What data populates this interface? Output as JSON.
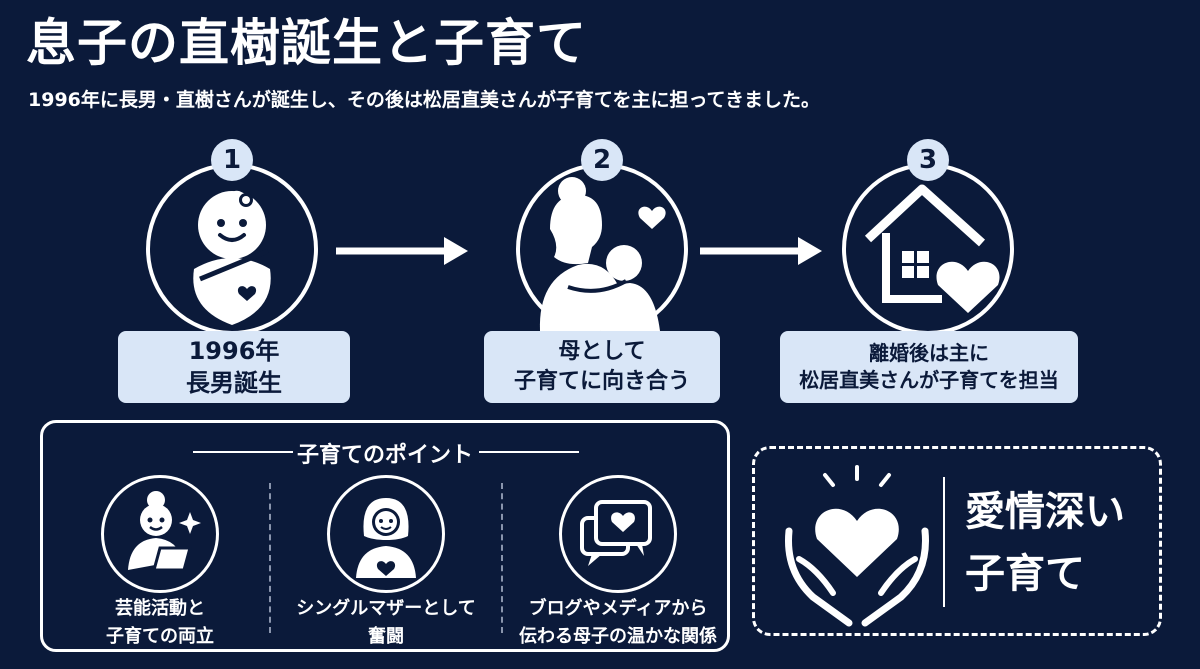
{
  "title": "息子の直樹誕生と子育て",
  "subtitle": "1996年に長男・直樹さんが誕生し、その後は松居直美さんが子育てを主に担ってきました。",
  "steps": [
    {
      "number": "1",
      "line1": "1996年",
      "line2": "長男誕生",
      "icon": "baby-icon"
    },
    {
      "number": "2",
      "line1": "母として",
      "line2": "子育てに向き合う",
      "icon": "mother-child-icon"
    },
    {
      "number": "3",
      "line1": "離婚後は主に",
      "line2": "松居直美さんが子育てを担当",
      "icon": "house-heart-icon"
    }
  ],
  "points": {
    "title": "子育てのポイント",
    "items": [
      {
        "line1": "芸能活動と",
        "line2": "子育ての両立",
        "icon": "working-mother-icon"
      },
      {
        "line1": "シングルマザーとして",
        "line2": "奮闘",
        "icon": "single-mother-icon"
      },
      {
        "line1": "ブログやメディアから",
        "line2": "伝わる母子の温かな関係",
        "icon": "chat-heart-icon"
      }
    ]
  },
  "highlight": {
    "line1": "愛情深い",
    "line2": "子育て",
    "icon": "hands-heart-icon"
  },
  "colors": {
    "background": "#0b1a3a",
    "accent": "#d9e6f7",
    "text": "#ffffff"
  }
}
